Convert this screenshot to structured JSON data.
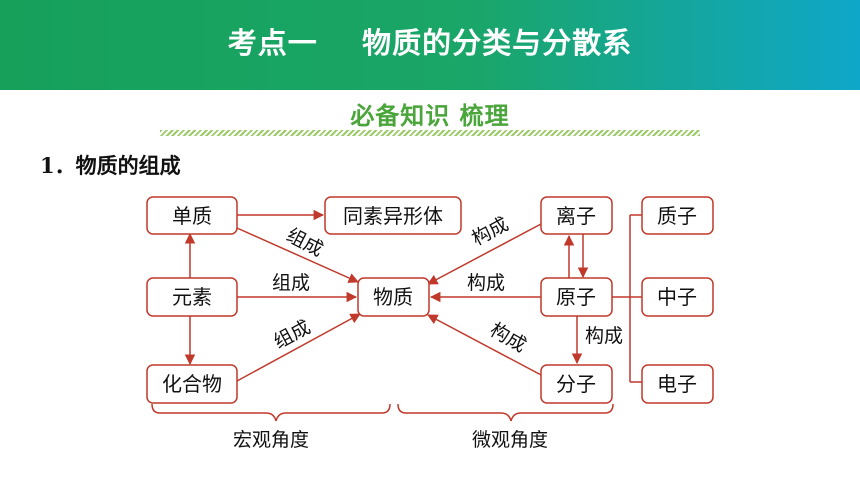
{
  "header": {
    "title": "考点一    物质的分类与分散系"
  },
  "subheader": {
    "title": "必备知识 梳理"
  },
  "section": {
    "heading": "1．物质的组成"
  },
  "diagram": {
    "nodes": {
      "danzhi": "单质",
      "tongsu": "同素异形体",
      "yuansu": "元素",
      "wuzhi": "物质",
      "huahewu": "化合物",
      "lizi": "离子",
      "yuanzi": "原子",
      "fenzi": "分子",
      "zhizi": "质子",
      "zhongzi": "中子",
      "dianzi": "电子"
    },
    "edge_labels": {
      "zucheng_1": "组成",
      "zucheng_2": "组成",
      "zucheng_3": "组成",
      "goucheng_1": "构成",
      "goucheng_2": "构成",
      "goucheng_3": "构成",
      "goucheng_4": "构成"
    },
    "brace_labels": {
      "macro": "宏观角度",
      "micro": "微观角度"
    },
    "colors": {
      "box": "#c0392b",
      "arrow": "#c0392b",
      "text": "#111111"
    }
  }
}
